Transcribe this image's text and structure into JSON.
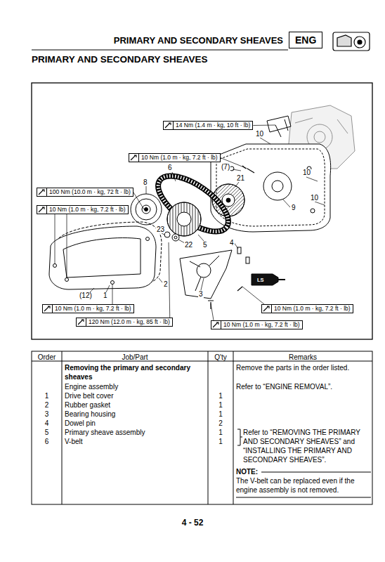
{
  "diagram": {
    "title": "PRIMARY AND SECONDARY SHEAVES",
    "nodes": [
      {
        "text": [
          "ENG"
        ]
      },
      {
        "text": [
          "14 Nm (1.4 m · kg, 10 ft · lb)"
        ]
      },
      {
        "text": [
          "10 Nm (1.0 m · kg, 7.2 ft · lb)"
        ]
      },
      {
        "text": [
          "100 Nm (10.0 m · kg, 72 ft · lb)"
        ]
      },
      {
        "text": [
          "10 Nm (1.0 m · kg, 7.2 ft · lb)"
        ]
      },
      {
        "text": [
          "10 Nm (1.0 m · kg, 7.2 ft · lb)"
        ]
      },
      {
        "text": [
          "10 Nm (1.0 m · kg, 7.2 ft · lb)"
        ]
      },
      {
        "text": [
          "120 Nm (12.0 m · kg, 85 ft · lb)"
        ]
      },
      {
        "text": [
          "10 Nm (1.0 m · kg, 7.2 ft · lb)"
        ]
      }
    ],
    "labels": [
      "PRIMARY AND SECONDARY SHEAVES",
      "10",
      "10",
      "10",
      "(7)",
      "21",
      "9",
      "6",
      "8",
      "23",
      "22",
      "5",
      "4",
      "3",
      "2",
      "(12)",
      "1",
      "LS",
      "Order",
      "Job/Part",
      "Q'ty",
      "Remarks",
      "Removing the primary and secondary sheaves",
      "Remove the parts in the order listed.",
      "Engine assembly",
      "Refer to “ENGINE REMOVAL”.",
      "1",
      "Drive belt cover",
      "1",
      "2",
      "Rubber gasket",
      "1",
      "3",
      "Bearing housing",
      "1",
      "4",
      "Dowel pin",
      "2",
      "5",
      "Primary sheave assembly",
      "1",
      "6",
      "V-belt",
      "1",
      "Refer to “REMOVING THE PRIMARY AND SECONDARY SHEAVES” and “INSTALLING THE PRIMARY AND SECONDARY SHEAVES”.",
      "NOTE:",
      "The V-belt can be replaced even if the engine assembly is not removed.",
      "4 - 52"
    ]
  }
}
